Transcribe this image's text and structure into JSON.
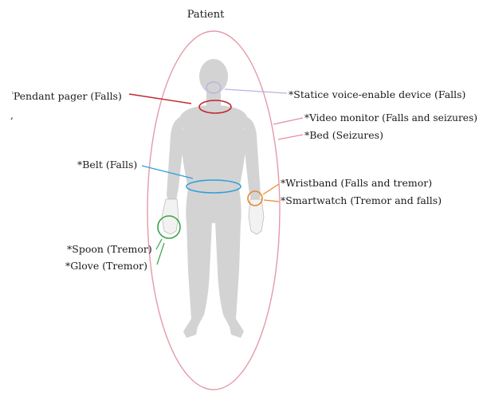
{
  "title": "Patient",
  "stray_mark": "ⁱ",
  "stray_comma": ",",
  "colors": {
    "ellipse": "#e59aa8",
    "body": "#d3d3d3",
    "hands": "#f2f2f2",
    "pendant": "#c1272d",
    "voice": "#b7b3e0",
    "video": "#e88ca0",
    "bed": "#e88ca0",
    "belt": "#2e9fd8",
    "wrist": "#e8892f",
    "spoon_glove": "#3aa34a"
  },
  "labels": {
    "pendant": "Pendant pager (Falls)",
    "voice": "*Statice voice-enable device (Falls)",
    "video": "*Video monitor (Falls and seizures)",
    "bed": "*Bed (Seizures)",
    "belt": "*Belt (Falls)",
    "wristband": "*Wristband (Falls and tremor)",
    "smartwatch": "*Smartwatch (Tremor and falls)",
    "spoon": "*Spoon (Tremor)",
    "glove": "*Glove (Tremor)"
  }
}
